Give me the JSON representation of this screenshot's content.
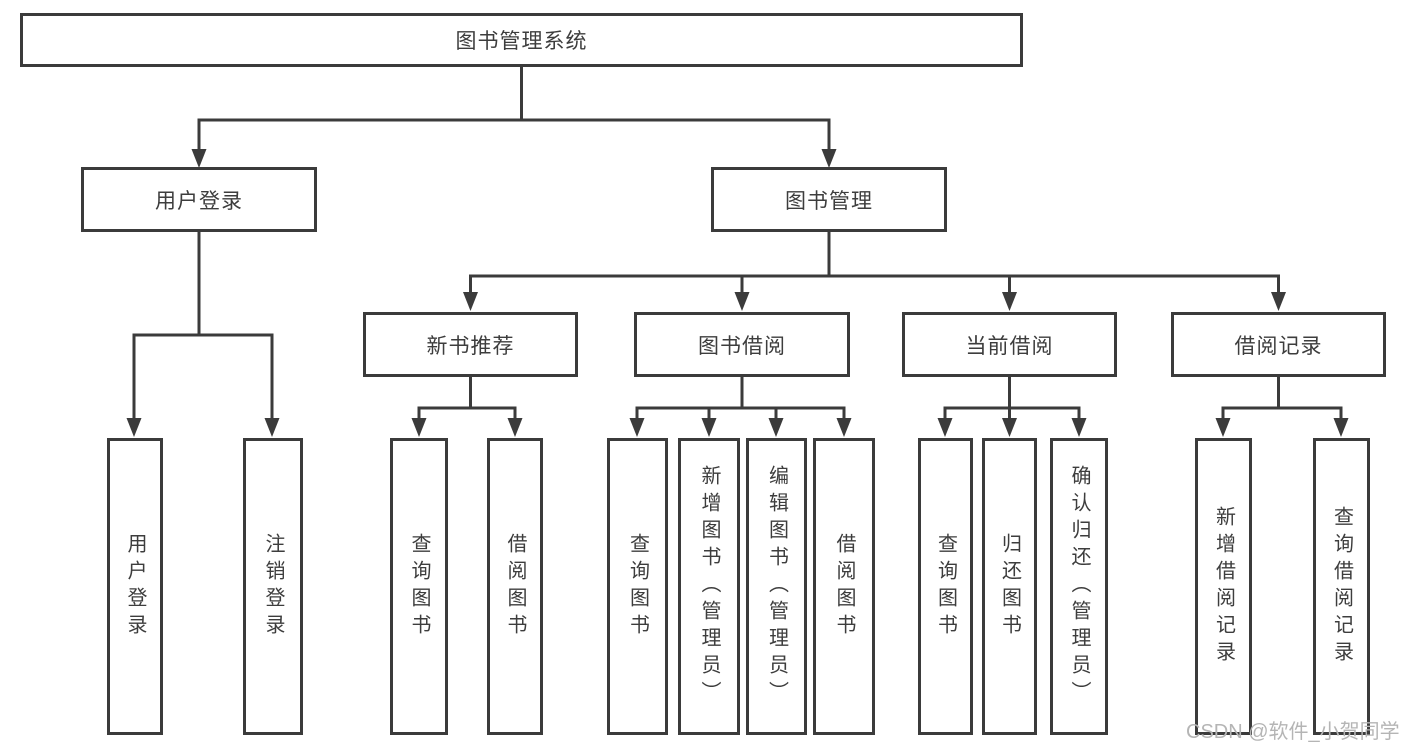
{
  "diagram": {
    "root": {
      "label": "图书管理系统"
    },
    "branches": [
      {
        "label": "用户登录",
        "children": [
          {
            "label": "用户登录"
          },
          {
            "label": "注销登录"
          }
        ]
      },
      {
        "label": "图书管理",
        "children": [
          {
            "label": "新书推荐",
            "children": [
              {
                "label": "查询图书"
              },
              {
                "label": "借阅图书"
              }
            ]
          },
          {
            "label": "图书借阅",
            "children": [
              {
                "label": "查询图书"
              },
              {
                "label": "新增图书（管理员）"
              },
              {
                "label": "编辑图书（管理员）"
              },
              {
                "label": "借阅图书"
              }
            ]
          },
          {
            "label": "当前借阅",
            "children": [
              {
                "label": "查询图书"
              },
              {
                "label": "归还图书"
              },
              {
                "label": "确认归还（管理员）"
              }
            ]
          },
          {
            "label": "借阅记录",
            "children": [
              {
                "label": "新增借阅记录"
              },
              {
                "label": "查询借阅记录"
              }
            ]
          }
        ]
      }
    ]
  },
  "watermark": {
    "text": "CSDN @软件_小贺同学"
  },
  "colors": {
    "line": "#3b3b3b",
    "box_border": "#3b3b3b",
    "text": "#3d3d3d",
    "background": "#ffffff",
    "watermark": "#b5b5b5"
  }
}
